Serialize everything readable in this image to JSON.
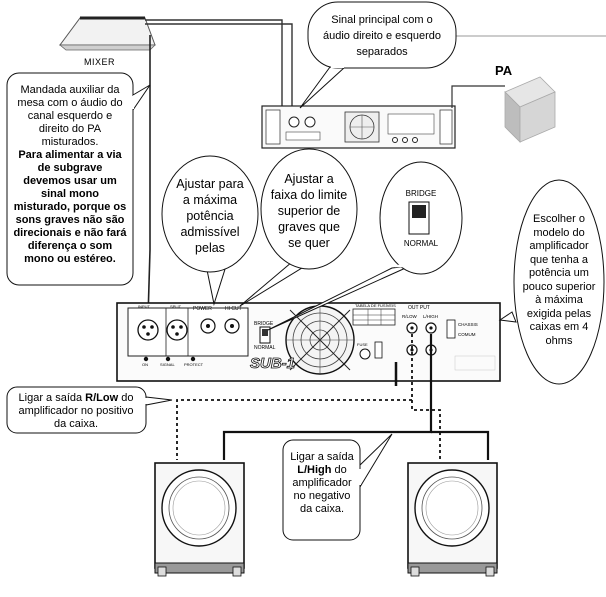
{
  "devices": {
    "mixer_label": "MIXER",
    "pa_label": "PA",
    "amp_logo": "SUB-1",
    "amp_labels": {
      "input": "INPUT",
      "split": "SPLIT",
      "power": "POWER",
      "hi_cut": "HI CUT",
      "bridge": "BRIDGE",
      "normal": "NORMAL",
      "fuses_table": "TABELA DE FUSÍVEIS",
      "fuse": "FUSE",
      "output": "OUT PUT",
      "r_low": "R/LOW",
      "l_high": "L/HIGH",
      "chassis": "CHASSIS",
      "comum": "COMUM",
      "on": "ON",
      "signal": "SIGNAL",
      "protect": "PROTECT"
    },
    "bridge_switch": {
      "top": "BRIDGE",
      "bottom": "NORMAL"
    }
  },
  "callouts": {
    "main_signal": "Sinal principal com o áudio direito e esquerdo separados",
    "aux_send_normal": "Mandada auxiliar da mesa com o áudio do canal esquerdo e direito do PA misturados.",
    "aux_send_bold": "Para alimentar a via de subgrave devemos usar um sinal mono misturado, porque os sons graves não são direcionais e não fará diferença o som mono ou estéreo.",
    "adjust_power": "Ajustar para a máxima potência admissível pelas",
    "adjust_range": "Ajustar a faixa do limite superior de graves que se quer",
    "choose_amp": "Escolher o modelo do amplificador que tenha a potência um pouco superior à máxima exigida pelas caixas em 4 ohms",
    "r_low_prefix": "Ligar a saída ",
    "r_low_bold": "R/Low",
    "r_low_suffix": " do amplificador no positivo da caixa.",
    "l_high_prefix": "Ligar a saída ",
    "l_high_bold": "L/High",
    "l_high_suffix": " do amplificador no negativo da caixa."
  }
}
